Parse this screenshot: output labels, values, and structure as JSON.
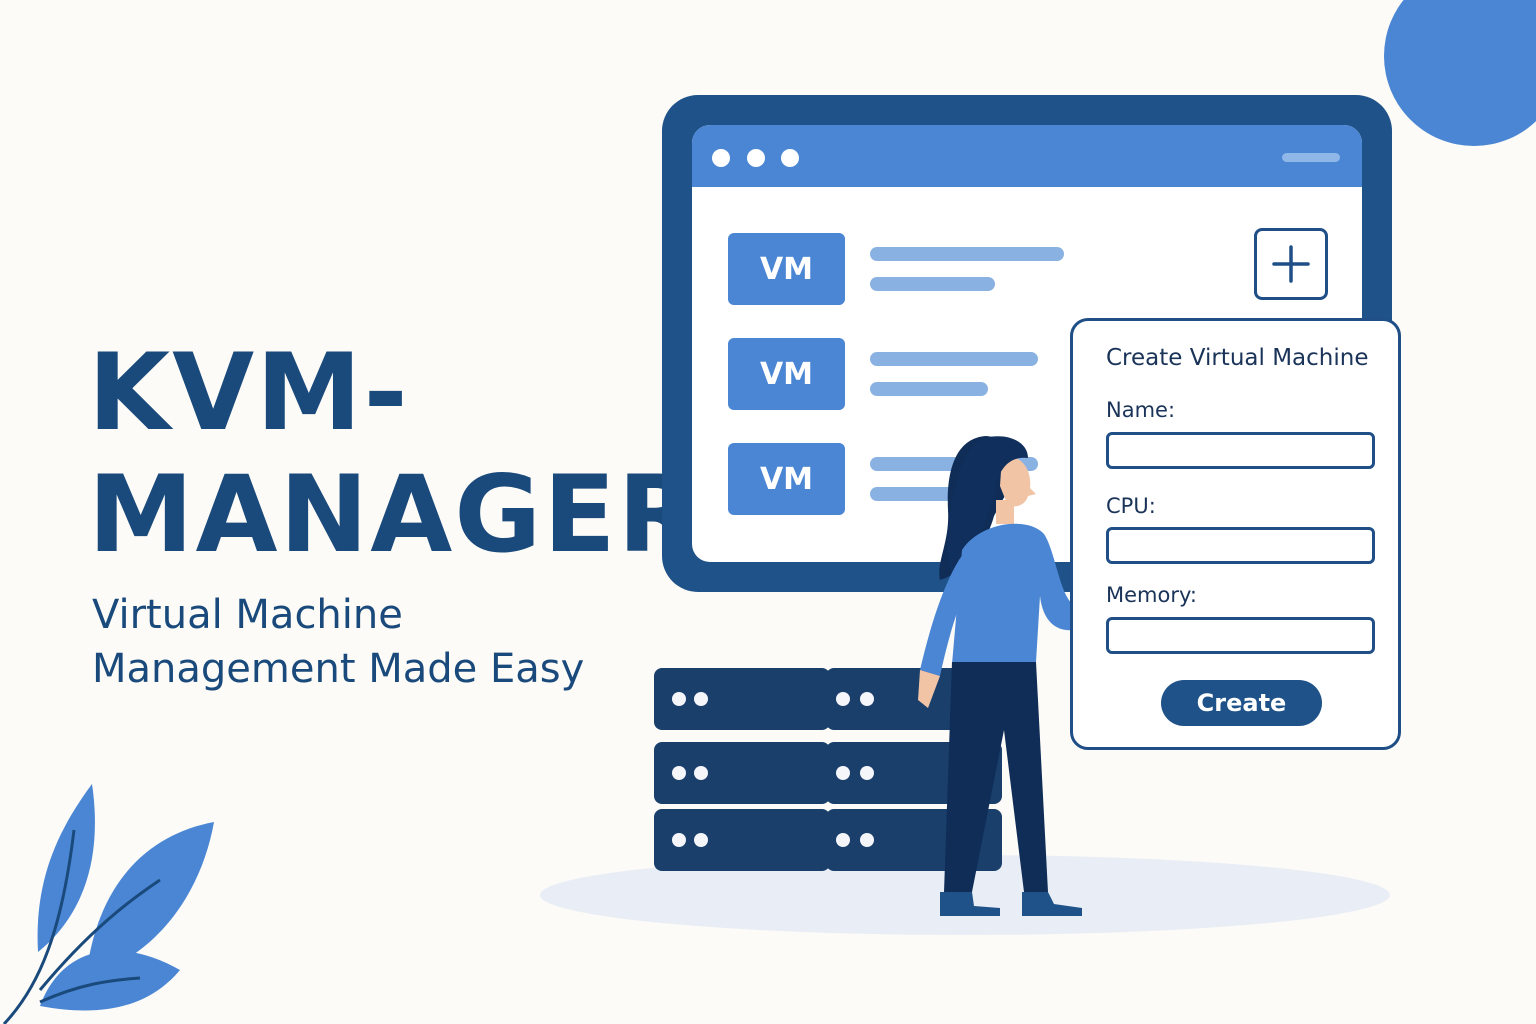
{
  "hero": {
    "title_line1": "KVM-",
    "title_line2": "MANAGER",
    "subtitle_line1": "Virtual Machine",
    "subtitle_line2": "Management Made Easy"
  },
  "vm_list": [
    {
      "badge": "VM"
    },
    {
      "badge": "VM"
    },
    {
      "badge": "VM"
    }
  ],
  "dialog": {
    "title": "Create Virtual Machine",
    "name_label": "Name:",
    "name_value": "",
    "cpu_label": "CPU:",
    "cpu_value": "",
    "memory_label": "Memory:",
    "memory_value": "",
    "create_label": "Create"
  },
  "colors": {
    "primary_dark": "#1f5288",
    "accent": "#4a86d4",
    "navy": "#1a3f6b",
    "background": "#fcfbf7"
  },
  "icons": [
    "plus-icon",
    "leaf-icon",
    "server-icon"
  ]
}
